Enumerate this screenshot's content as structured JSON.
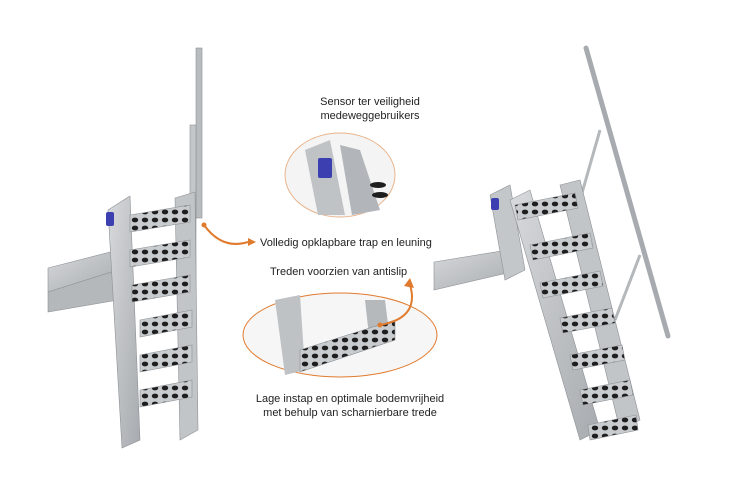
{
  "callouts": {
    "sensor": [
      "Sensor ter veiligheid",
      "medeweggebruikers"
    ],
    "foldable": "Volledig opklapbare trap en leuning",
    "antislip": "Treden voorzien van antislip",
    "low_step": [
      "Lage instap en optimale bodemvrijheid",
      "met behulp van scharnierbare trede"
    ]
  },
  "colors": {
    "accent": "#e07b2e",
    "steel": "#c9ccce",
    "steel_dark": "#9a9ea2",
    "sensor": "#3b3fb0",
    "hole": "#1e1e1e"
  },
  "illustrations": {
    "left": "ladder-folded",
    "right": "ladder-deployed",
    "detail_top": "sensor-detail",
    "detail_bottom": "step-detail"
  }
}
